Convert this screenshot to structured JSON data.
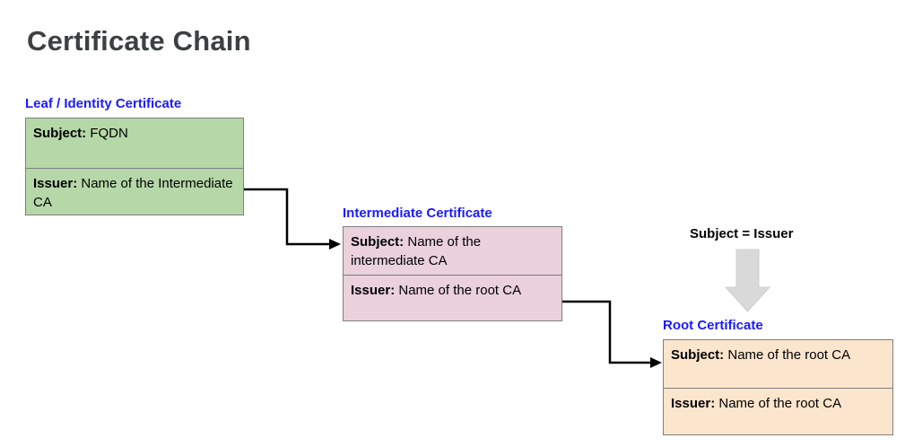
{
  "title": "Certificate Chain",
  "annotation": {
    "subject_equals_issuer": "Subject = Issuer"
  },
  "certificates": [
    {
      "label": "Leaf / Identity Certificate",
      "subject_label": "Subject:",
      "subject_value": " FQDN",
      "issuer_label": "Issuer:",
      "issuer_value": " Name of the Intermediate CA",
      "fill": "#b6d7a8"
    },
    {
      "label": "Intermediate Certificate",
      "subject_label": "Subject:",
      "subject_value": " Name of the intermediate CA",
      "issuer_label": "Issuer:",
      "issuer_value": " Name of the root CA",
      "fill": "#ead1dc"
    },
    {
      "label": "Root Certificate",
      "subject_label": "Subject:",
      "subject_value": " Name of the root CA",
      "issuer_label": "Issuer:",
      "issuer_value": " Name of the root CA",
      "fill": "#fce5cd"
    }
  ],
  "colors": {
    "title_text": "#3c4043",
    "label_text": "#1a1aff",
    "box_border": "#7f7f7f",
    "connector_arrow": "#000000",
    "block_arrow_fill": "#d9d9d9"
  }
}
